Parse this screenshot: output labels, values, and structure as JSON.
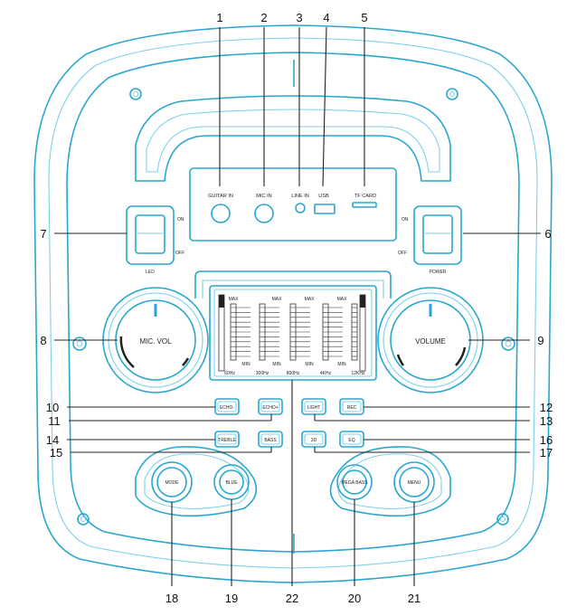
{
  "ports": [
    "GUITAR IN",
    "MIC IN",
    "LINE IN",
    "USB",
    "TF CARD"
  ],
  "led_switch": {
    "on": "ON",
    "off": "OFF",
    "name": "LED"
  },
  "power_switch": {
    "on": "ON",
    "off": "OFF",
    "name": "POWER"
  },
  "knobs": {
    "mic": "MIC. VOL",
    "volume": "VOLUME"
  },
  "eq": {
    "max": "MAX",
    "min": "MIN",
    "bands": [
      "60Hz",
      "300Hz",
      "800Hz",
      "4KHz",
      "12KHz"
    ]
  },
  "buttons": {
    "b10": "ECHO-",
    "b11": "ECHO+",
    "b12": "REC",
    "b13": "LIGHT",
    "b14": "TREBLE",
    "b15": "BASS",
    "b16": "EQ",
    "b17": "3D",
    "b18": "MODE",
    "b19": "BLUE",
    "b20": "MEGA BASS",
    "b21": "MENU"
  },
  "callouts": [
    "1",
    "2",
    "3",
    "4",
    "5",
    "6",
    "7",
    "8",
    "9",
    "10",
    "11",
    "12",
    "13",
    "14",
    "15",
    "16",
    "17",
    "18",
    "19",
    "20",
    "21",
    "22"
  ]
}
